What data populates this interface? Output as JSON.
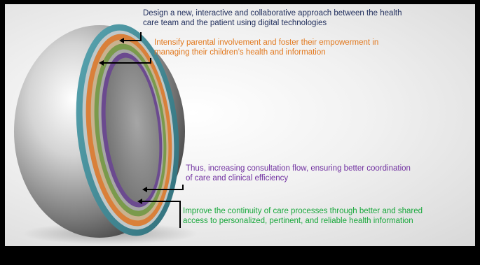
{
  "statements": [
    {
      "text_line1": "Design a new, interactive and collaborative approach between the health",
      "text_line2": "care team and the patient using digital technologies",
      "color": "#1f2d5c"
    },
    {
      "text_line1": "Intensify parental involvement and foster their empowerment in",
      "text_line2": "managing their children’s health and information",
      "color": "#e2791f"
    },
    {
      "text_line1": "Thus, increasing consultation flow, ensuring better coordination",
      "text_line2": "of care  and clinical efficiency",
      "color": "#7030a0"
    },
    {
      "text_line1": "Improve the continuity of care processes through better and shared",
      "text_line2": "access to personalized, pertinent, and reliable health information",
      "color": "#19a83c"
    }
  ],
  "colors": {
    "ring_teal": "#3f8a96",
    "ring_orange": "#d9803a",
    "ring_green": "#7a9a4c",
    "ring_purple": "#6b4a8f",
    "sphere": "#9a9a9a"
  }
}
